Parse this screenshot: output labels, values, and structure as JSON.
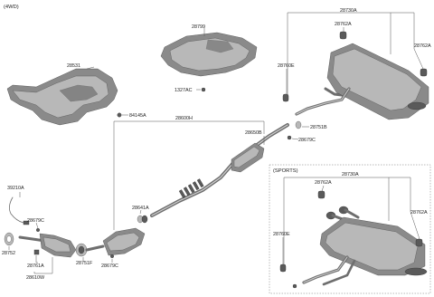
{
  "header": {
    "variant_top": "(4WD)",
    "variant_box": "(SPORTS)"
  },
  "labels": {
    "p28531": "28531",
    "p84145A": "84145A",
    "p28799": "28799",
    "p1327AC": "1327AC",
    "p28730A_top": "28730A",
    "p28762A_top_left": "28762A",
    "p28762A_top_right": "28762A",
    "p28760E_top": "28760E",
    "p28751B": "28751B",
    "p28679C_mid": "28679C",
    "p28600H": "28600H",
    "p28650B": "28650B",
    "p28641A": "28641A",
    "p39210A": "39210A",
    "p28679C_left": "28679C",
    "p28752": "28752",
    "p28761A": "28761A",
    "p28751F": "28751F",
    "p28679C_bottom": "28679C",
    "p28610W": "28610W",
    "p28730A_box": "28730A",
    "p28762A_box_left": "28762A",
    "p28762A_box_right": "28762A",
    "p28760E_box": "28760E"
  }
}
